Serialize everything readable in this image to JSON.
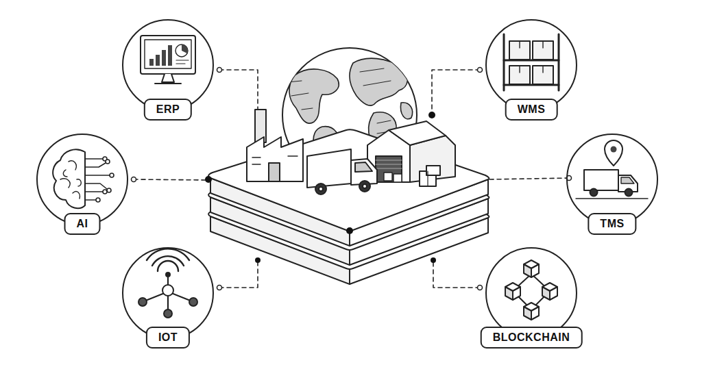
{
  "diagram": {
    "nodes": [
      {
        "text": [
          "ERP"
        ]
      },
      {
        "text": [
          "WMS"
        ]
      },
      {
        "text": [
          "AI"
        ]
      },
      {
        "text": [
          "TMS"
        ]
      },
      {
        "text": [
          "IOT"
        ]
      },
      {
        "text": [
          "BLOCKCHAIN"
        ]
      }
    ]
  }
}
